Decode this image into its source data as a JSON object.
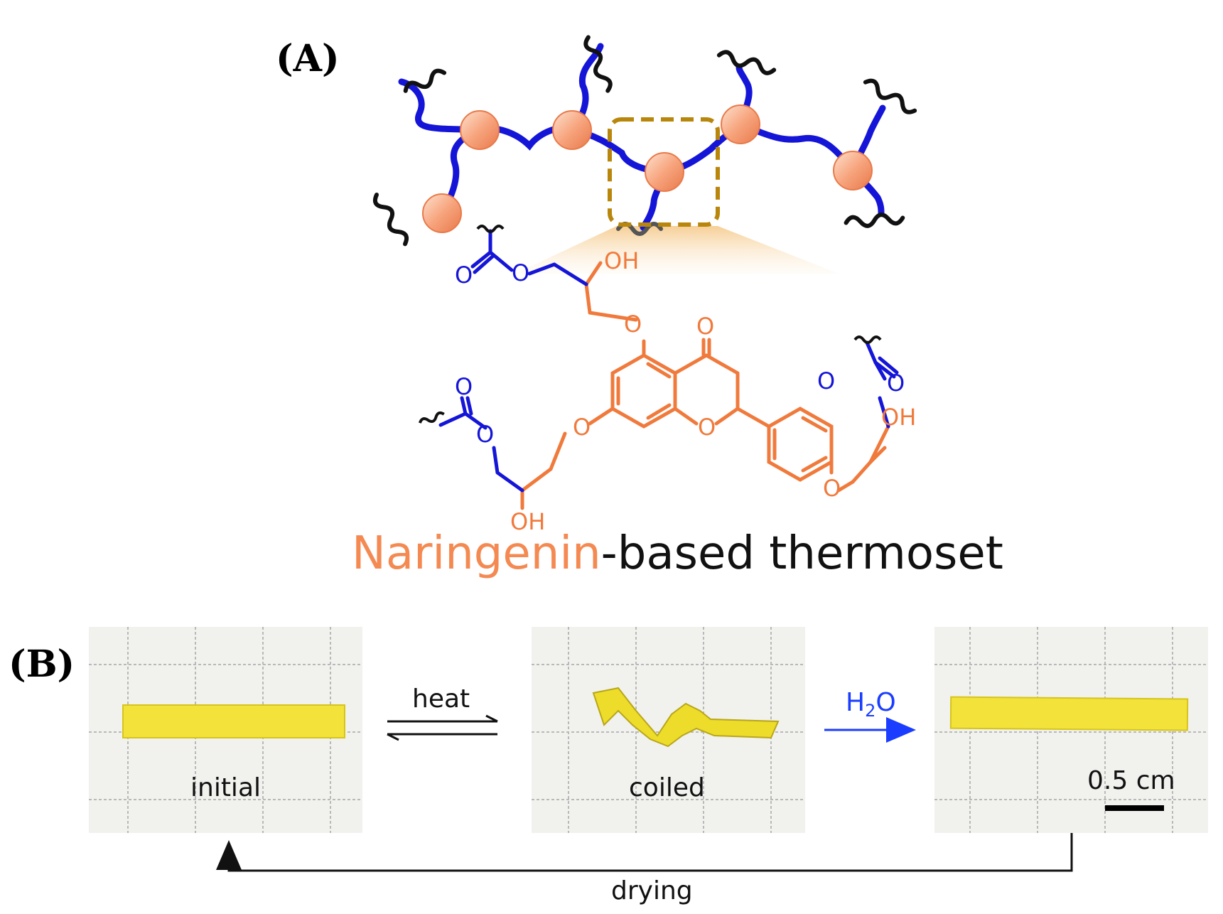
{
  "panel_a": {
    "label": "(A)",
    "atoms": {
      "o": "O",
      "oh": "OH"
    },
    "title_part1": "Naringenin",
    "title_part2": "-based thermoset",
    "colors": {
      "chain": "#1515d8",
      "node": "#f6a27c",
      "core": "#f07a3c",
      "box": "#b8860b"
    }
  },
  "panel_b": {
    "label": "(B)",
    "photo_labels": [
      "initial",
      "coiled"
    ],
    "arrow_heat": "heat",
    "arrow_water_main": "H",
    "arrow_water_sub": "2",
    "arrow_water_end": "O",
    "scale_label": "0.5 cm",
    "return_label": "drying",
    "colors": {
      "strip": "#f2e23a",
      "grid": "#b9b9b9",
      "photo_bg": "#f1f1ee",
      "water_arrow": "#1a3dff"
    }
  }
}
